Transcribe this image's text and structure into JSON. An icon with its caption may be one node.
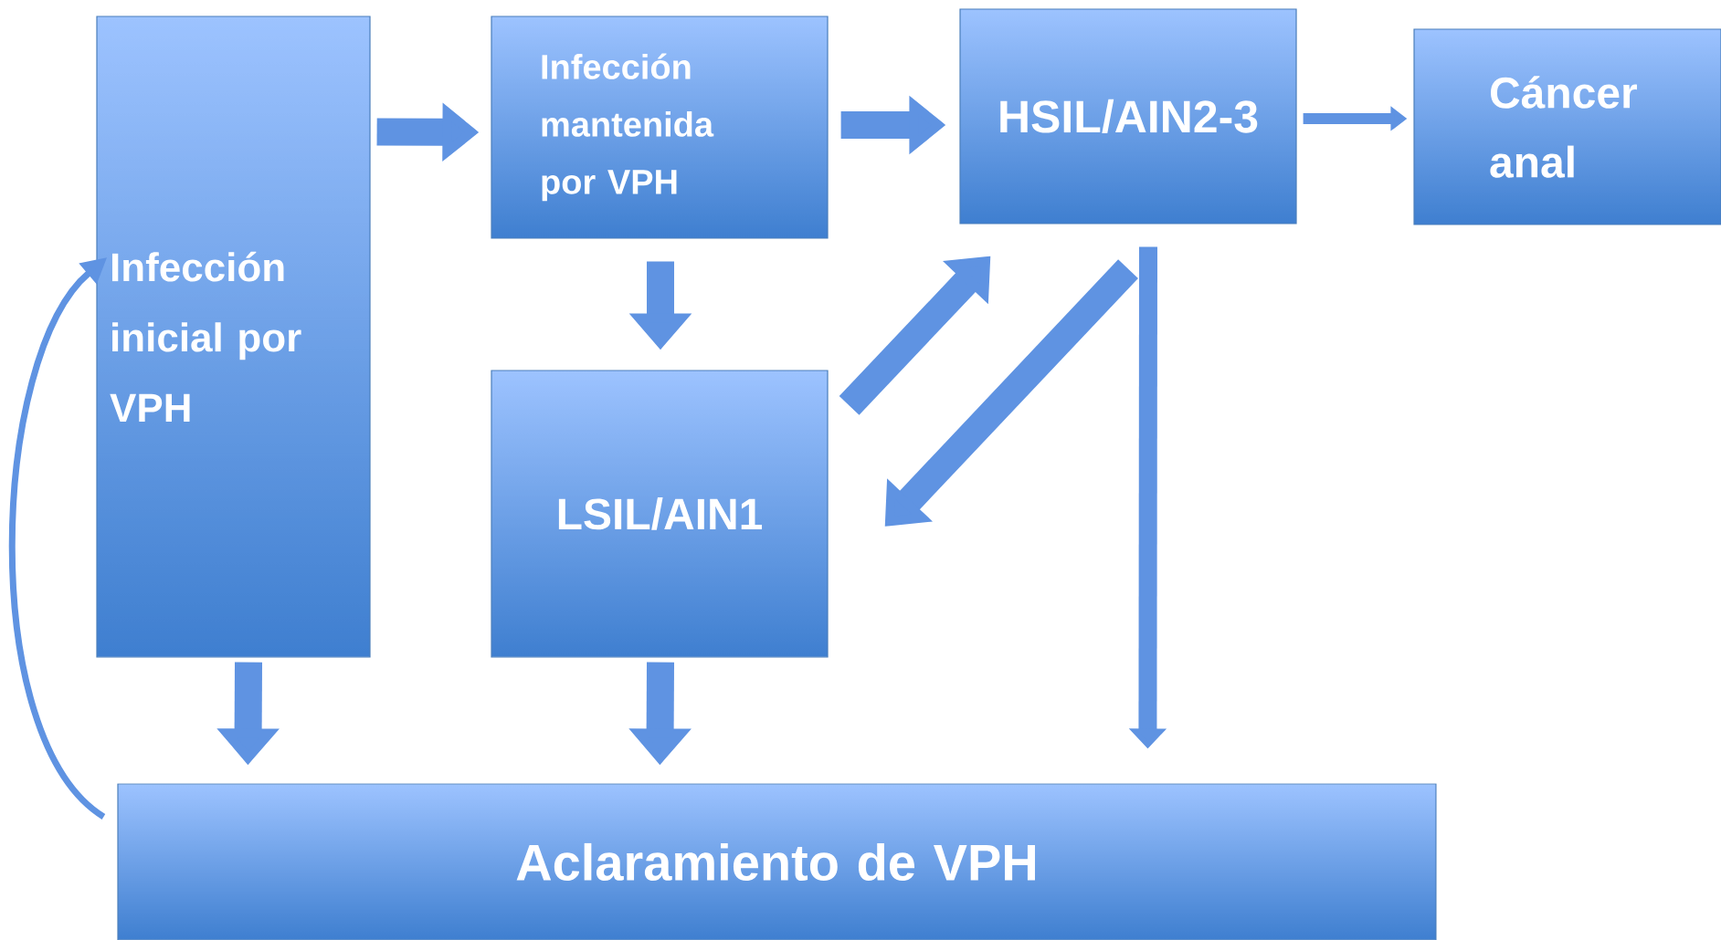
{
  "diagram": {
    "nodes": [
      {
        "text": [
          "Infección inicial por VPH"
        ]
      },
      {
        "text": [
          "Infección mantenida por VPH"
        ]
      },
      {
        "text": [
          "HSIL/AIN2-3"
        ]
      },
      {
        "text": [
          "Cáncer anal"
        ]
      },
      {
        "text": [
          "LSIL/AIN1"
        ]
      },
      {
        "text": [
          "Aclaramiento de VPH"
        ]
      }
    ],
    "edges": [
      {
        "from": 0,
        "to": 1,
        "arrow": "to"
      },
      {
        "from": 1,
        "to": 2,
        "arrow": "to"
      },
      {
        "from": 2,
        "to": 3,
        "arrow": "to"
      },
      {
        "from": 1,
        "to": 4,
        "arrow": "to"
      },
      {
        "from": 4,
        "to": 2,
        "arrow": "to"
      },
      {
        "from": 2,
        "to": 4,
        "arrow": "to"
      },
      {
        "from": 2,
        "to": 5,
        "arrow": "to"
      },
      {
        "from": 0,
        "to": 5,
        "arrow": "to"
      },
      {
        "from": 4,
        "to": 5,
        "arrow": "to"
      },
      {
        "from": 5,
        "to": 0,
        "arrow": "to"
      }
    ]
  }
}
